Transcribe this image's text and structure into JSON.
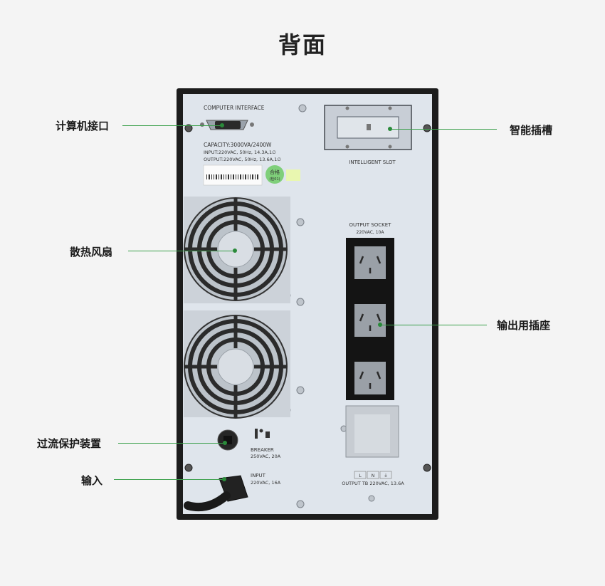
{
  "title": "背面",
  "callouts": {
    "computer_interface": "计算机接口",
    "smart_slot": "智能插槽",
    "cooling_fan": "散热风扇",
    "output_socket": "输出用插座",
    "breaker": "过流保护装置",
    "input": "输入"
  },
  "panel": {
    "computer_interface": "COMPUTER INTERFACE",
    "capacity": "CAPACITY:3000VA/2400W",
    "input_rating": "INPUT:220VAC, 50Hz, 14.3A,1∅",
    "output_rating": "OUTPUT:220VAC, 50Hz, 13.6A,1∅",
    "qc_badge_line1": "合格",
    "qc_badge_line2": "(检01)",
    "intelligent_slot": "INTELLIGENT SLOT",
    "output_socket": "OUTPUT SOCKET",
    "output_socket_rating": "220VAC, 10A",
    "breaker": "BREAKER",
    "breaker_rating": "250VAC, 20A",
    "input": "INPUT",
    "input_rating_plug": "220VAC, 16A",
    "terminal_l": "L",
    "terminal_n": "N",
    "terminal_g": "⏚",
    "output_tb": "OUTPUT TB 220VAC, 13.6A"
  },
  "colors": {
    "accent_line": "#3aa04a",
    "panel": "#dfe5ec",
    "chassis": "#1c1c1c"
  }
}
